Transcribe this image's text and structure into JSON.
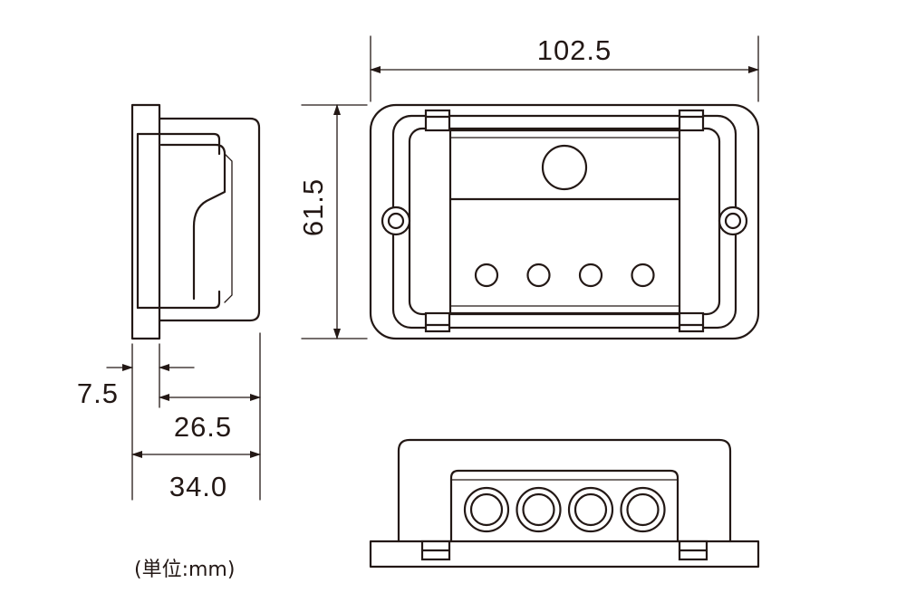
{
  "dimensions": {
    "width": "102.5",
    "height": "61.5",
    "flange": "7.5",
    "body_depth": "26.5",
    "total_depth": "34.0"
  },
  "unit_note": "(単位:mm)",
  "front_terminal_count": 4,
  "bottom_port_count": 4,
  "colors": {
    "line": "#231815",
    "background": "#ffffff"
  }
}
